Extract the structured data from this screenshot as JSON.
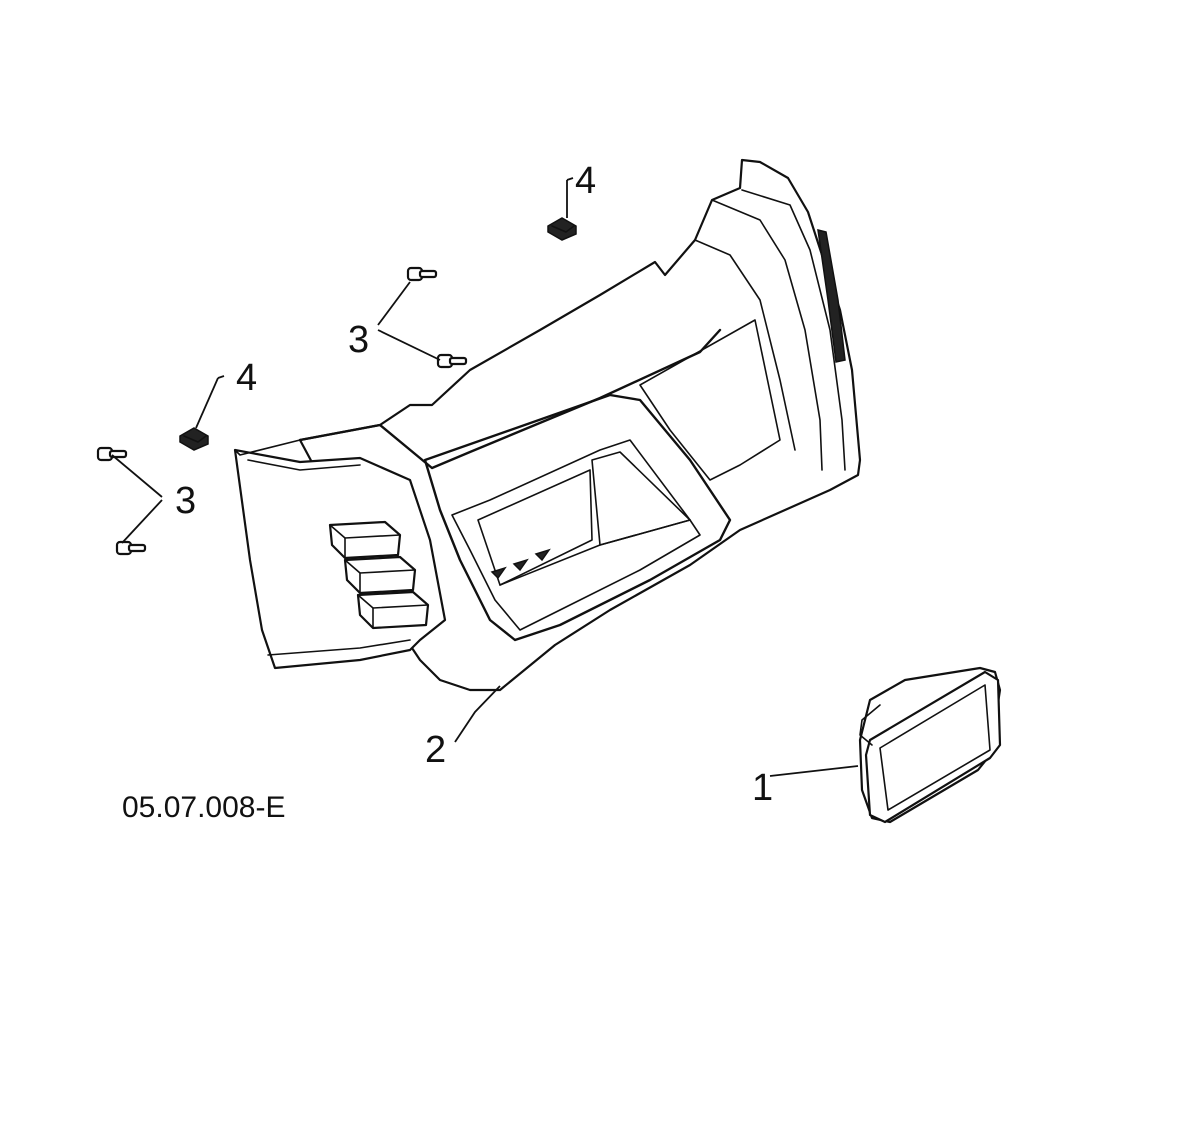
{
  "callouts": {
    "part_1": "1",
    "part_2": "2",
    "part_3_upper": "3",
    "part_3_lower": "3",
    "part_4_upper": "4",
    "part_4_lower": "4"
  },
  "diagram_code": "05.07.008-E"
}
